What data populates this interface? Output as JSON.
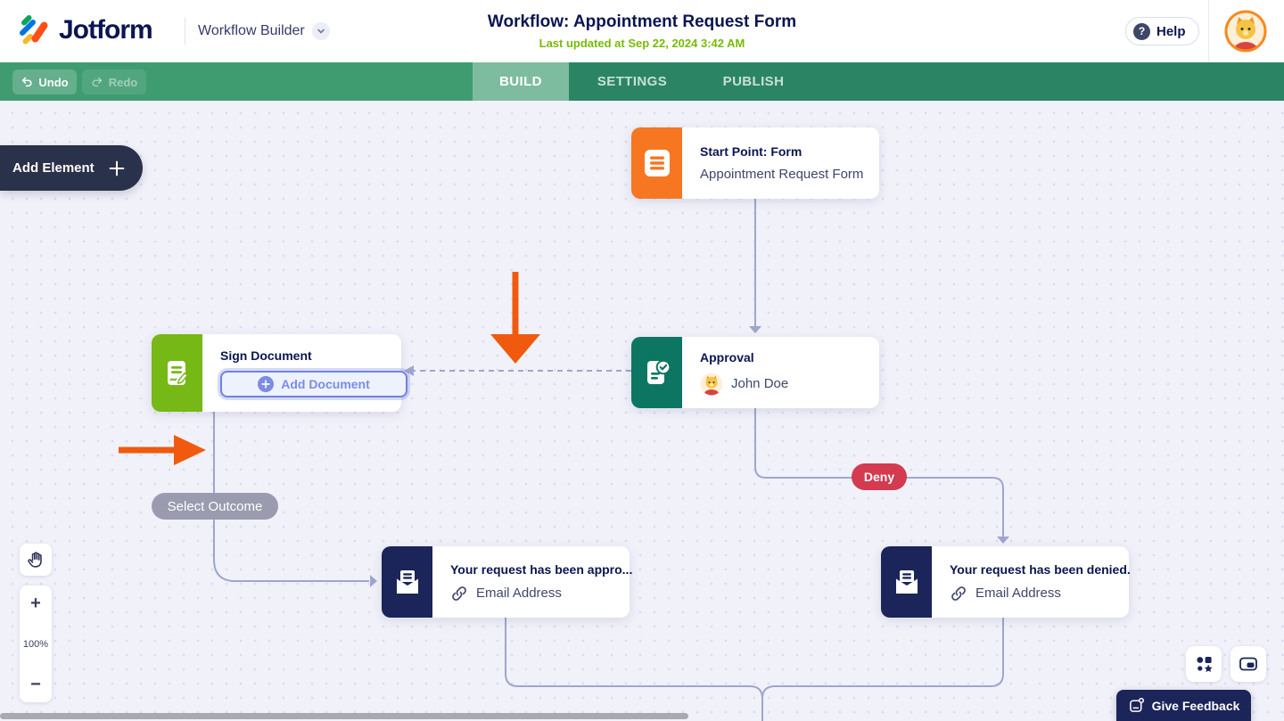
{
  "header": {
    "brand": "Jotform",
    "product": "Workflow Builder",
    "title": "Workflow: Appointment Request Form",
    "last_updated": "Last updated at Sep 22, 2024 3:42 AM",
    "help_label": "Help"
  },
  "toolbar": {
    "undo_label": "Undo",
    "redo_label": "Redo",
    "tabs": [
      {
        "label": "BUILD",
        "active": true
      },
      {
        "label": "SETTINGS",
        "active": false
      },
      {
        "label": "PUBLISH",
        "active": false
      }
    ]
  },
  "canvas": {
    "add_element_label": "Add Element",
    "nodes": {
      "start": {
        "icon": "form-icon",
        "title": "Start Point: Form",
        "subtitle": "Appointment Request Form",
        "color": "#F67622"
      },
      "approval": {
        "icon": "approval-icon",
        "title": "Approval",
        "assignee": "John Doe",
        "color": "#0D7662"
      },
      "sign_document": {
        "icon": "sign-document-icon",
        "title": "Sign Document",
        "button_label": "Add Document",
        "color": "#76B816"
      },
      "email_approved": {
        "icon": "email-icon",
        "title": "Your request has been appro...",
        "field": "Email Address",
        "color": "#1B2559"
      },
      "email_denied": {
        "icon": "email-icon",
        "title": "Your request has been denied.",
        "field": "Email Address",
        "color": "#1B2559"
      }
    },
    "connector_labels": {
      "deny": "Deny",
      "select_outcome": "Select Outcome"
    }
  },
  "zoom_controls": {
    "zoom_in": "+",
    "level": "100%",
    "zoom_out": "−"
  },
  "footer": {
    "feedback_label": "Give Feedback"
  },
  "colors": {
    "brand_navy": "#0A1551",
    "updated_green": "#78BB07",
    "toolbar_green_left": "#3F9C71",
    "toolbar_green_right": "#2B8565",
    "tab_active_bg": "#7EBC9F",
    "canvas_bg": "#F1F1FA",
    "connector": "#9FA6CC",
    "deny_red": "#D43A50",
    "outcome_gray": "#9B9BB0",
    "annotation_orange": "#F05A0F",
    "add_document_blue": "#7B8CE4",
    "add_element_bg": "#2A314A"
  }
}
